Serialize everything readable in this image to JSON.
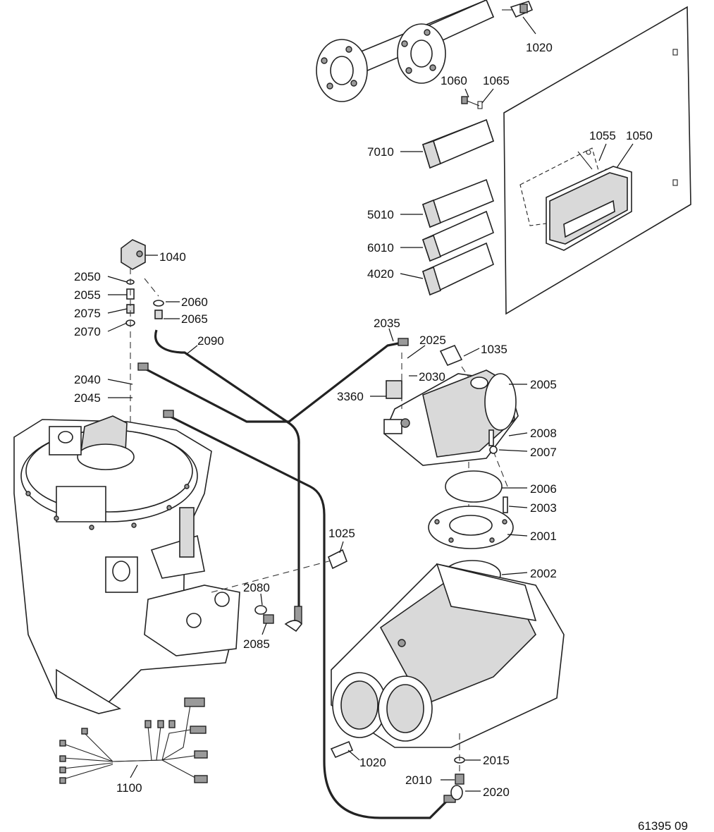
{
  "figure_id": "61395 09",
  "callouts": [
    {
      "id": "c1020a",
      "label": "1020"
    },
    {
      "id": "c1060",
      "label": "1060"
    },
    {
      "id": "c1065",
      "label": "1065"
    },
    {
      "id": "c1055",
      "label": "1055"
    },
    {
      "id": "c1050",
      "label": "1050"
    },
    {
      "id": "c7010",
      "label": "7010"
    },
    {
      "id": "c5010",
      "label": "5010"
    },
    {
      "id": "c6010",
      "label": "6010"
    },
    {
      "id": "c4020",
      "label": "4020"
    },
    {
      "id": "c1040",
      "label": "1040"
    },
    {
      "id": "c2050",
      "label": "2050"
    },
    {
      "id": "c2055",
      "label": "2055"
    },
    {
      "id": "c2075",
      "label": "2075"
    },
    {
      "id": "c2070",
      "label": "2070"
    },
    {
      "id": "c2060",
      "label": "2060"
    },
    {
      "id": "c2065",
      "label": "2065"
    },
    {
      "id": "c2090",
      "label": "2090"
    },
    {
      "id": "c2035",
      "label": "2035"
    },
    {
      "id": "c2025",
      "label": "2025"
    },
    {
      "id": "c1035",
      "label": "1035"
    },
    {
      "id": "c2030",
      "label": "2030"
    },
    {
      "id": "c2040",
      "label": "2040"
    },
    {
      "id": "c2045",
      "label": "2045"
    },
    {
      "id": "c3360",
      "label": "3360"
    },
    {
      "id": "c2005",
      "label": "2005"
    },
    {
      "id": "c2008",
      "label": "2008"
    },
    {
      "id": "c2007",
      "label": "2007"
    },
    {
      "id": "c2006",
      "label": "2006"
    },
    {
      "id": "c2003",
      "label": "2003"
    },
    {
      "id": "c1025",
      "label": "1025"
    },
    {
      "id": "c2001",
      "label": "2001"
    },
    {
      "id": "c2002",
      "label": "2002"
    },
    {
      "id": "c2080",
      "label": "2080"
    },
    {
      "id": "c2085",
      "label": "2085"
    },
    {
      "id": "c1100",
      "label": "1100"
    },
    {
      "id": "c1020b",
      "label": "1020"
    },
    {
      "id": "c2015",
      "label": "2015"
    },
    {
      "id": "c2010",
      "label": "2010"
    },
    {
      "id": "c2020",
      "label": "2020"
    }
  ]
}
